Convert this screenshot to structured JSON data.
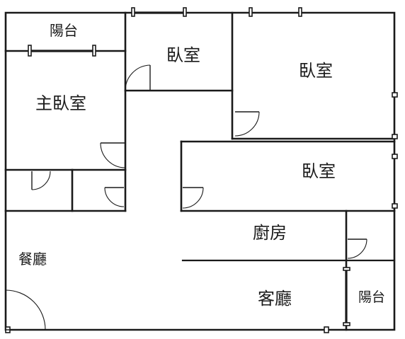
{
  "floor_plan": {
    "rooms": {
      "balcony_top": "陽台",
      "master_bedroom": "主臥室",
      "bedroom_small": "臥室",
      "bedroom_large": "臥室",
      "bedroom_middle": "臥室",
      "kitchen": "廚房",
      "dining_room": "餐廳",
      "living_room": "客廳",
      "balcony_right": "陽台"
    }
  }
}
